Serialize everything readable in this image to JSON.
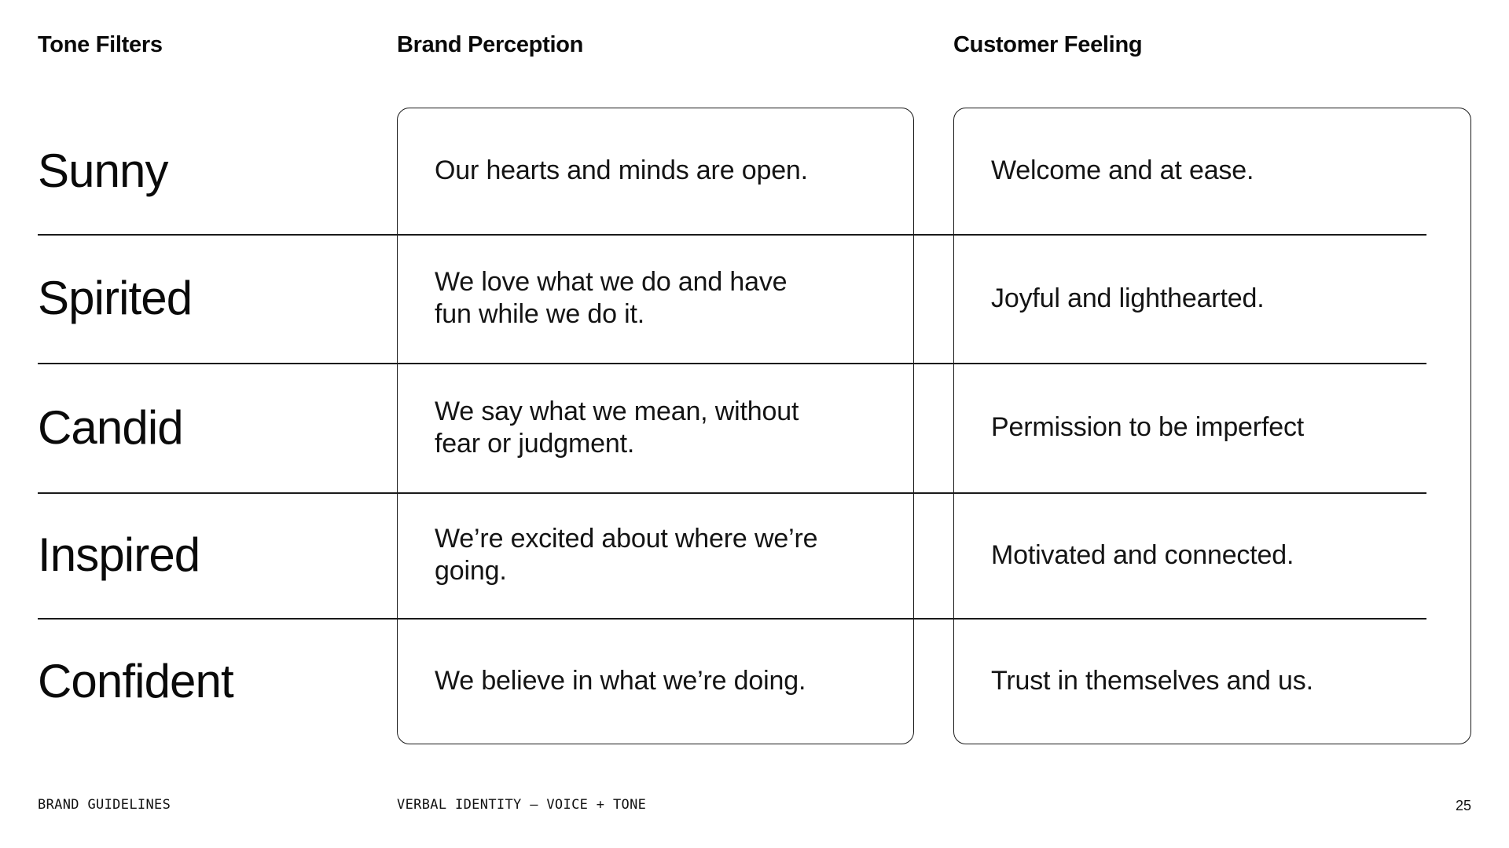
{
  "page": {
    "background": "#ffffff",
    "text_color": "#111111",
    "line_color": "#1a1a1a"
  },
  "headers": {
    "tone": "Tone Filters",
    "perception": "Brand Perception",
    "feeling": "Customer Feeling"
  },
  "rows": [
    {
      "tone": "Sunny",
      "perception": "Our hearts and minds are open.",
      "feeling": "Welcome and at ease."
    },
    {
      "tone": "Spirited",
      "perception": "We love what we do and have fun while we do it.",
      "feeling": "Joyful and lighthearted."
    },
    {
      "tone": "Candid",
      "perception": "We say what we mean, without fear or judgment.",
      "feeling": "Permission to be imperfect"
    },
    {
      "tone": "Inspired",
      "perception": "We’re excited about where we’re going.",
      "feeling": "Motivated and connected."
    },
    {
      "tone": "Confident",
      "perception": "We believe in what we’re doing.",
      "feeling": "Trust in themselves and us."
    }
  ],
  "footer": {
    "left": "BRAND GUIDELINES",
    "center": "VERBAL IDENTITY — VOICE + TONE",
    "page_number": "25"
  }
}
